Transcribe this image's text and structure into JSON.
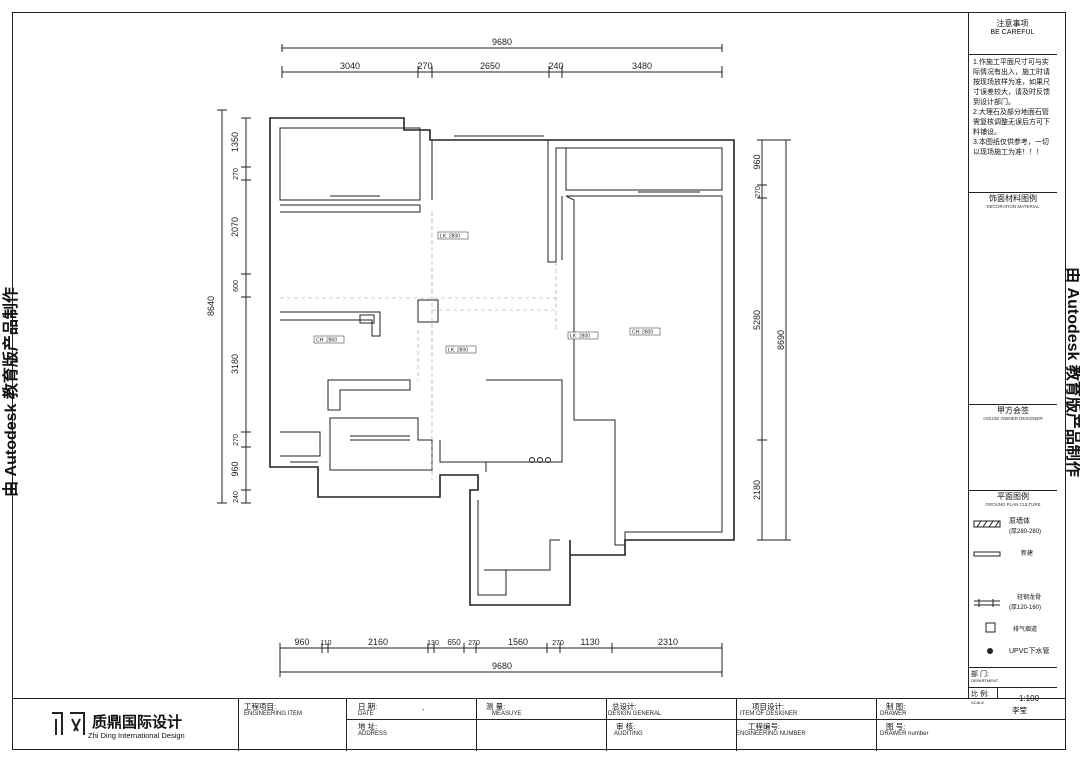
{
  "drawing": {
    "dimensions_top": {
      "total": "9680",
      "segments": [
        "3040",
        "270",
        "2650",
        "240",
        "3480"
      ]
    },
    "dimensions_bottom": {
      "total": "9680",
      "segments": [
        "960",
        "110",
        "2160",
        "130",
        "650",
        "270",
        "1560",
        "270",
        "1130",
        "2310"
      ]
    },
    "dimensions_left": {
      "total": "8640",
      "segments": [
        "1350",
        "270",
        "2070",
        "600",
        "3180",
        "270",
        "960",
        "240"
      ]
    },
    "dimensions_right": {
      "total": "8690",
      "segments": [
        "960",
        "270",
        "5280",
        "2180"
      ]
    },
    "room_labels": [
      "LK: 2800",
      "CH: 2800",
      "LK: 2800",
      "LK: 2800",
      "CH: 2800"
    ]
  },
  "watermark": {
    "left": "由 Autodesk 教育版产品制作",
    "right": "由 Autodesk 教育版产品制作"
  },
  "sidebar": {
    "notes_title": "注意事项",
    "notes_title_en": "BE CAREFUL",
    "notes": [
      "1.作施工平面尺寸可与实际情况有出入，施工时请按现场放样为准，如果尺寸误差较大，请及时反馈到设计部门。",
      "2.大理石及部分地面石管需复核调整无误后方可下料铺设。",
      "3.本图纸仅供参考，一切以现场施工为准！！！"
    ],
    "materials_title": "饰面材料图例",
    "materials_sub": "DECORATION MATERIAL",
    "owner_title": "甲方会签",
    "owner_sub": "HOUSE OWNER DESIGNER",
    "plan_title": "平面图例",
    "plan_sub": "GROUND PLAN CULTURE",
    "legend": [
      {
        "label": "原墙体",
        "note": "(厚280-280)"
      },
      {
        "label": "新建"
      },
      {
        "label": "轻钢龙骨",
        "note": "(厚120-160)"
      },
      {
        "label": "排气烟道"
      },
      {
        "label": "UPVC下水管"
      }
    ],
    "dept_label": "部 门:",
    "dept_en": "DEPARTMENT",
    "scale_label": "比 例:",
    "scale_en": "SCALE",
    "scale_value": "1:100"
  },
  "title_block": {
    "company_cn": "质鼎国际设计",
    "company_en": "Zhi Ding International Design",
    "logo_text": "质鼎",
    "project_label": "工程项目:",
    "project_en": "ENGINEERING ITEM",
    "date_label": "日 期:",
    "date_en": "DATE",
    "date_value": "-",
    "address_label": "地 址:",
    "address_en": "ADDRESS",
    "measure_label": "测 量:",
    "measure_en": "MEASUYE",
    "design_general_label": "总设计:",
    "design_general_en": "DESIGN GENERAL",
    "auditing_label": "审 核:",
    "auditing_en": "AUDITING",
    "item_designer_label": "项目设计:",
    "item_designer_en": "ITEM OF DESIGNER",
    "eng_number_label": "工程编号:",
    "eng_number_en": "ENGINEERING NUMBER",
    "drawer_label": "制 图:",
    "drawer_en": "DRAWER",
    "drawer_number_label": "图 号:",
    "drawer_number_en": "DRAWER number",
    "drawer_value": "李莹"
  }
}
